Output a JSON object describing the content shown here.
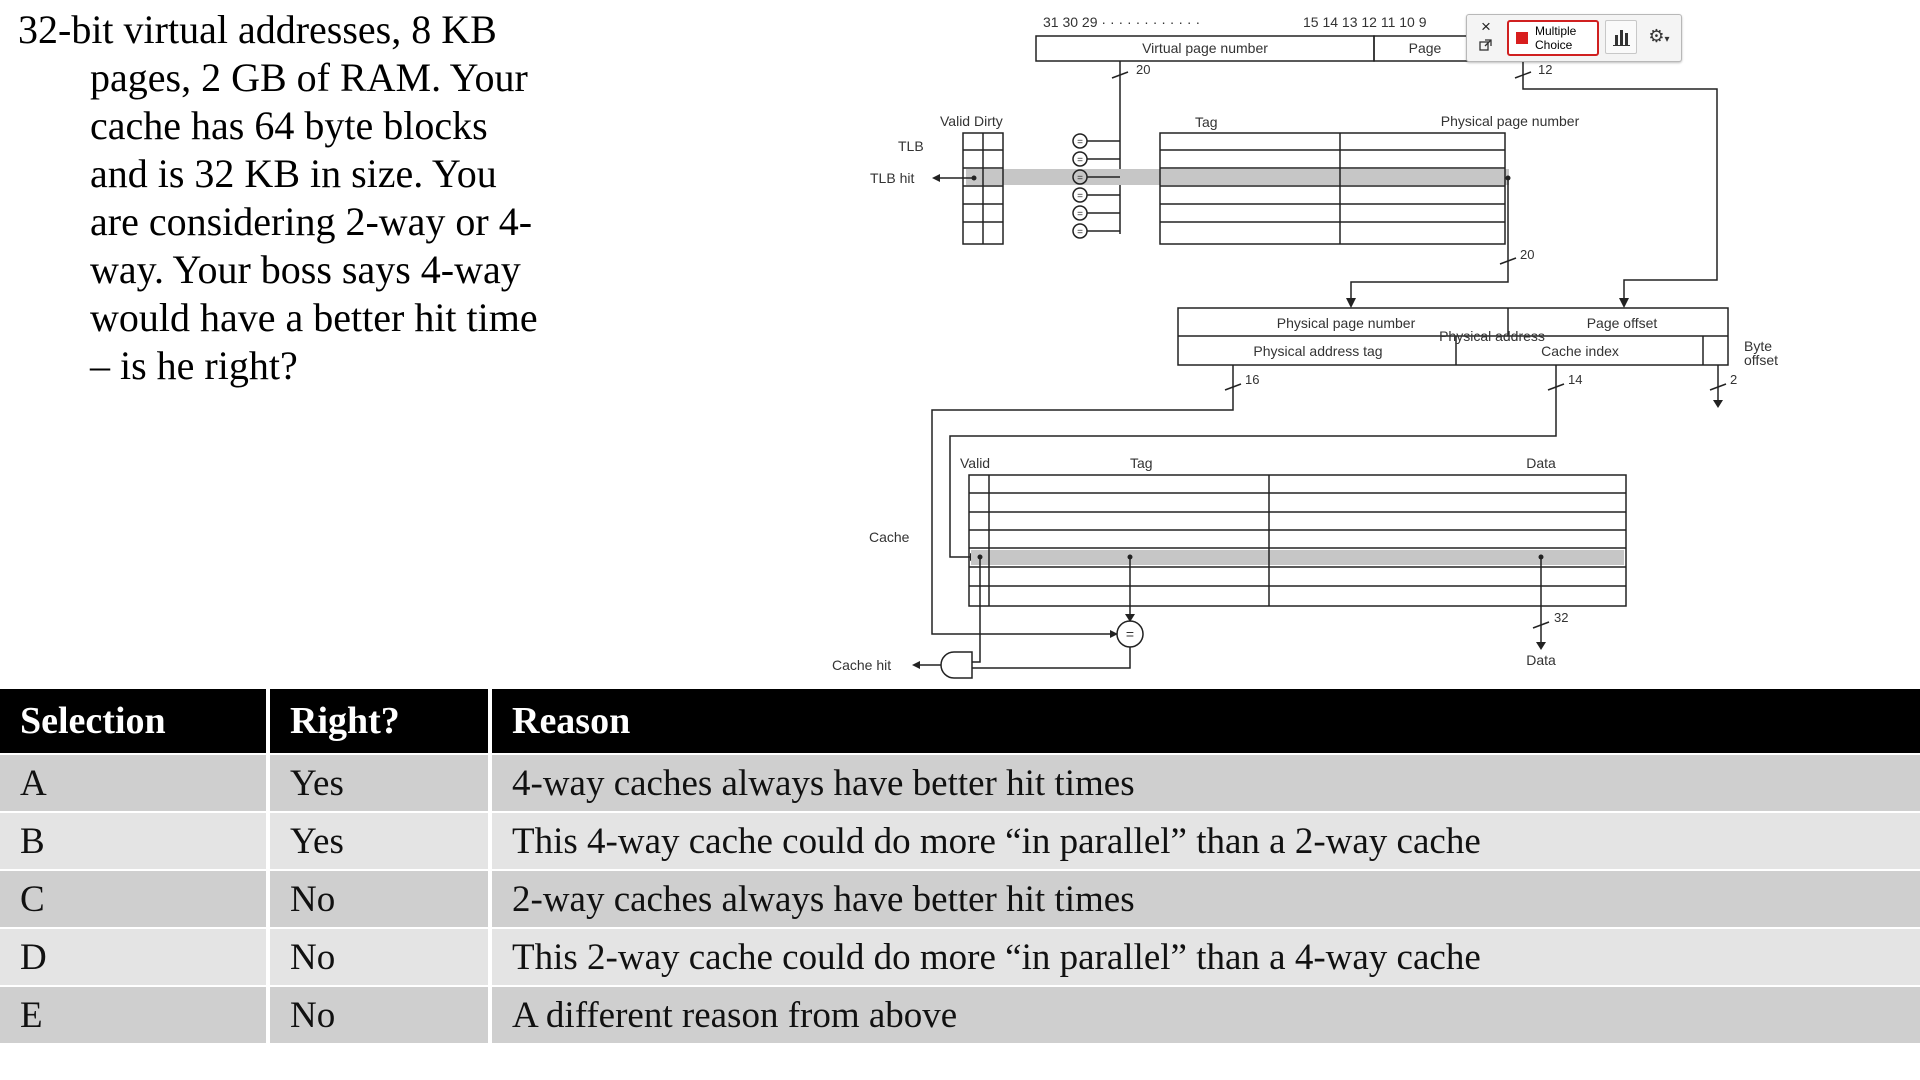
{
  "question": {
    "lines": [
      "32-bit virtual addresses, 8 KB",
      "pages, 2 GB of RAM.  Your",
      "cache has 64 byte blocks",
      "and is 32 KB in size.  You",
      "are considering 2-way or 4-",
      "way.  Your boss says 4-way",
      "would have a better hit time",
      "– is he right?"
    ]
  },
  "diagram": {
    "va_bits_left": "31 30 29 · · · · · · · · · · · ·",
    "va_bits_right": "15 14 13 12 11 10 9",
    "virtual_page_number": "Virtual page number",
    "page_offset_top": "Page",
    "bits_20": "20",
    "bits_12": "12",
    "valid_dirty": "Valid Dirty",
    "tlb_tag": "Tag",
    "tlb_ppn": "Physical page number",
    "tlb": "TLB",
    "tlb_hit": "TLB hit",
    "bits_20b": "20",
    "pa_ppn": "Physical page number",
    "pa_offset": "Page offset",
    "physical_address": "Physical address",
    "pa_tag": "Physical address tag",
    "cache_index": "Cache index",
    "byte_offset": "Byte\noffset",
    "bits_16": "16",
    "bits_14": "14",
    "bits_2": "2",
    "cache_valid": "Valid",
    "cache_tag": "Tag",
    "cache_data": "Data",
    "cache": "Cache",
    "bits_32": "32",
    "cache_hit": "Cache hit",
    "data_out": "Data",
    "equals": "="
  },
  "toolbar": {
    "close": "×",
    "multiple_choice": "Multiple\nChoice",
    "icons": [
      "close-icon",
      "popout-icon",
      "bar-chart-icon",
      "gear-icon"
    ]
  },
  "table": {
    "headers": [
      "Selection",
      "Right?",
      "Reason"
    ],
    "rows": [
      [
        "A",
        "Yes",
        "4-way caches always have better hit times"
      ],
      [
        "B",
        "Yes",
        "This  4-way cache could do more “in parallel” than a 2-way cache"
      ],
      [
        "C",
        "No",
        "2-way caches always have better hit times"
      ],
      [
        "D",
        "No",
        "This  2-way cache could do more “in parallel” than a 4-way cache"
      ],
      [
        "E",
        "No",
        "A different reason from above"
      ]
    ]
  }
}
